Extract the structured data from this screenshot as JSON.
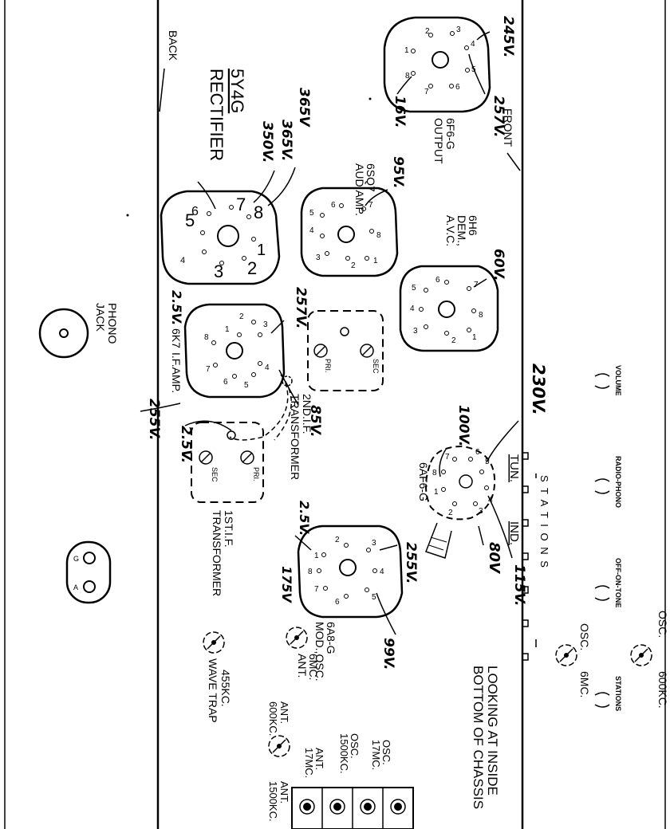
{
  "title": [
    "LOOKING AT INSIDE",
    "BOTTOM OF CHASSIS"
  ],
  "edges": {
    "front": "FRONT",
    "back": "BACK"
  },
  "tubes": {
    "output": {
      "type": "6F6-G",
      "function": "OUTPUT",
      "pins": [
        "1",
        "2",
        "3",
        "4",
        "5",
        "6",
        "7",
        "8"
      ]
    },
    "audio": {
      "type": "6SQ7",
      "function": "AUD.AMP.",
      "pins": [
        "1",
        "2",
        "3",
        "4",
        "5",
        "6",
        "7",
        "8"
      ]
    },
    "demod": {
      "type": "6H6",
      "function": "DEM.,",
      "function2": "A.V.C.",
      "pins": [
        "1",
        "2",
        "3",
        "4",
        "5",
        "6",
        "7",
        "8"
      ]
    },
    "rectifier": {
      "type": "5Y4G",
      "function": "RECTIFIER",
      "pins": [
        "1",
        "2",
        "3",
        "4",
        "5",
        "6",
        "7",
        "8"
      ]
    },
    "if_amp": {
      "type": "6K7",
      "function": "I.F.AMP.",
      "pins": [
        "1",
        "2",
        "3",
        "4",
        "5",
        "6",
        "7",
        "8"
      ]
    },
    "tuning": {
      "type": "6AF6-G",
      "label_tun": "TUN.",
      "label_ind": "IND.",
      "pins": [
        "1",
        "2",
        "3",
        "4",
        "5",
        "6",
        "7",
        "8"
      ]
    },
    "converter": {
      "type": "6A8-G",
      "function": "MOD.,OSC.",
      "pins": [
        "1",
        "2",
        "3",
        "4",
        "5",
        "6",
        "7",
        "8"
      ]
    }
  },
  "transformers": {
    "second_if": {
      "name": "2ND.I.F.",
      "name2": "TRANSFORMER",
      "pri": "PRI.",
      "sec": "SEC"
    },
    "first_if": {
      "name": "1ST.I.F.",
      "name2": "TRANSFORMER",
      "pri": "PRI.",
      "sec": "SEC"
    }
  },
  "voltages": {
    "v245": "245V.",
    "v257": "257V.",
    "v16": "16V.",
    "v95": "95V.",
    "v365a": "365V",
    "v365b": "365V.",
    "v350": "350V.",
    "v60": "60V.",
    "v257b": "257V.",
    "v25a": "2.5V.",
    "v85": "85V.",
    "v255a": "255V.",
    "v25b": "2.5V.",
    "v230": "230V.",
    "v100": "100V.",
    "v80": "80V",
    "v115": "115V.",
    "v255b": "255V.",
    "v25c": "2.5V.",
    "v175": "175V",
    "v99": "99V."
  },
  "controls": {
    "volume": "VOLUME",
    "radio_phono": "RADIO-PHONO",
    "off_on_tone": "OFF-ON-TONE",
    "stations": "STATIONS"
  },
  "trimmers": {
    "osc600": [
      "OSC.",
      "600KC."
    ],
    "osc6": [
      "OSC.",
      "6MC."
    ],
    "ant6": [
      "ANT.",
      "6MC."
    ],
    "wave_trap": [
      "WAVE TRAP",
      "455KC."
    ],
    "ant600": [
      "ANT.",
      "600KC."
    ],
    "ant17": [
      "ANT.",
      "17MC."
    ],
    "osc1500": [
      "OSC.",
      "1500KC."
    ],
    "osc17": [
      "OSC.",
      "17MC."
    ],
    "ant1500": [
      "ANT.",
      "1500KC."
    ]
  },
  "stations_label": "S T A T I O N S",
  "phono_jack": [
    "PHONO",
    "JACK"
  ],
  "speaker_plug": {
    "g": "G",
    "a": "A"
  }
}
